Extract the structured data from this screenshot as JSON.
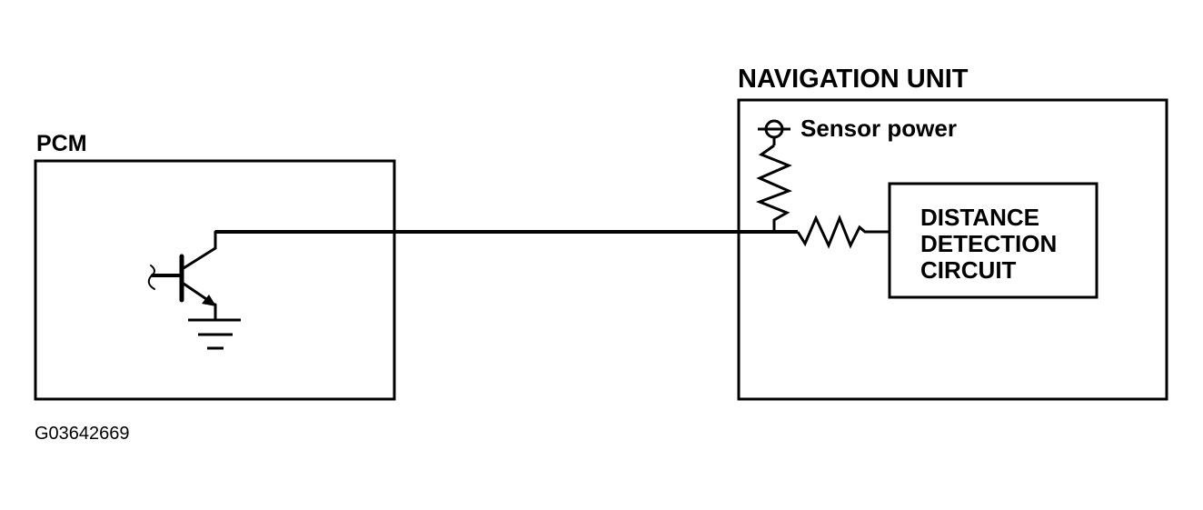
{
  "pcm": {
    "label": "PCM"
  },
  "navigation_unit": {
    "label": "NAVIGATION UNIT",
    "sensor_power_label": "Sensor power",
    "circuit_label": [
      "DISTANCE",
      "DETECTION",
      "CIRCUIT"
    ]
  },
  "figure_id": "G03642669",
  "colors": {
    "line": "#000000",
    "background": "#ffffff"
  },
  "symbols": [
    "npn-transistor-icon",
    "ground-icon",
    "power-terminal-icon",
    "resistor-icon"
  ]
}
